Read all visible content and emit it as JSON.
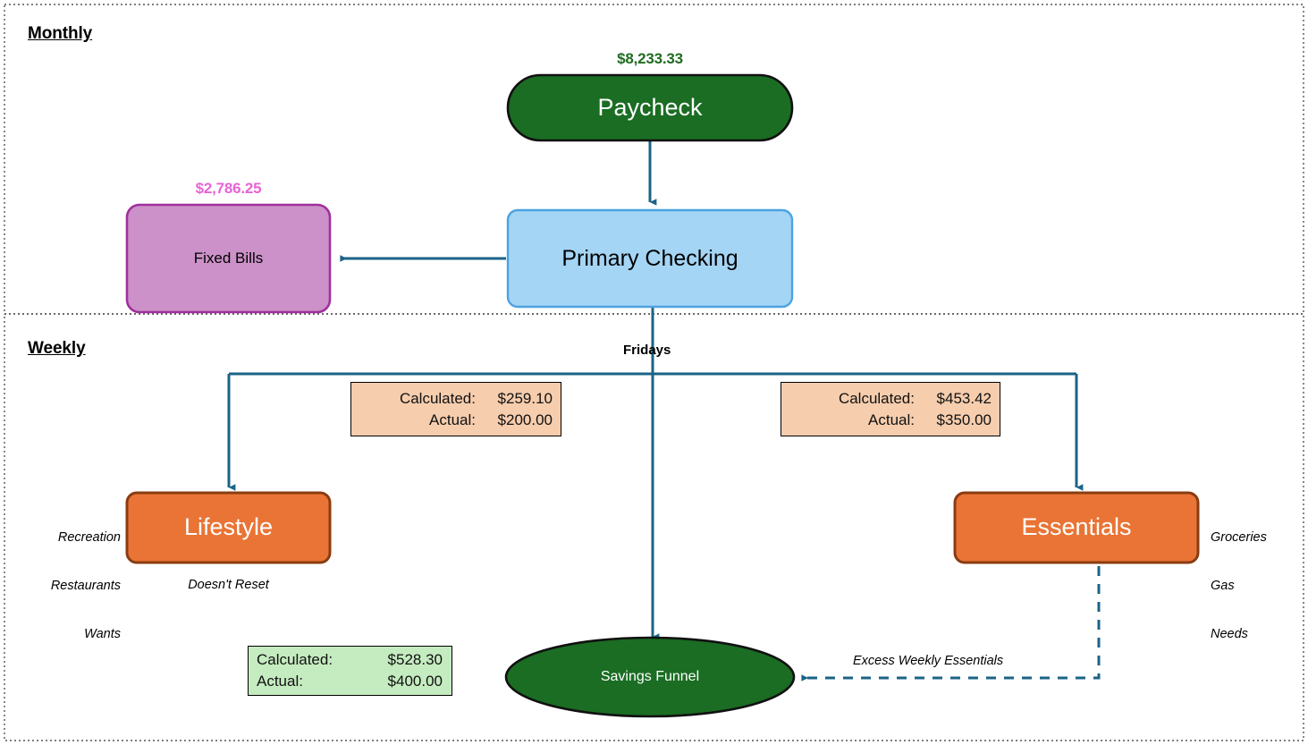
{
  "diagram": {
    "title_monthly": "Monthly",
    "title_weekly": "Weekly"
  },
  "nodes": {
    "paycheck": {
      "label": "Paycheck",
      "amount": "$8,233.33",
      "fill": "#1a6d23",
      "text_color": "#ffffff"
    },
    "primary_checking": {
      "label": "Primary Checking",
      "fill": "#a5d5f5",
      "text_color": "#000000"
    },
    "fixed_bills": {
      "label": "Fixed Bills",
      "amount": "$2,786.25",
      "fill": "#cb91c8",
      "text_color": "#000000"
    },
    "lifestyle": {
      "label": "Lifestyle",
      "fill": "#e97435",
      "text_color": "#ffffff",
      "note_below": "Doesn't Reset",
      "side_notes": [
        "Recreation",
        "Restaurants",
        "Wants"
      ]
    },
    "essentials": {
      "label": "Essentials",
      "fill": "#e97435",
      "text_color": "#ffffff",
      "side_notes": [
        "Groceries",
        "Gas",
        "Needs"
      ]
    },
    "savings_funnel": {
      "label": "Savings Funnel",
      "fill": "#1a6d23",
      "text_color": "#ffffff"
    }
  },
  "edges": {
    "fridays_label": "Fridays",
    "excess_label": "Excess Weekly Essentials",
    "edge_color": "#1b6387"
  },
  "value_boxes": {
    "lifestyle": {
      "fill": "#f6cdad",
      "rows": [
        {
          "key": "Calculated:",
          "value": "$259.10"
        },
        {
          "key": "Actual:",
          "value": "$200.00"
        }
      ]
    },
    "essentials": {
      "fill": "#f6cdad",
      "rows": [
        {
          "key": "Calculated:",
          "value": "$453.42"
        },
        {
          "key": "Actual:",
          "value": "$350.00"
        }
      ]
    },
    "savings": {
      "fill": "#c5ecc0",
      "rows": [
        {
          "key": "Calculated:",
          "value": "$528.30"
        },
        {
          "key": "Actual:",
          "value": "$400.00"
        }
      ]
    }
  }
}
